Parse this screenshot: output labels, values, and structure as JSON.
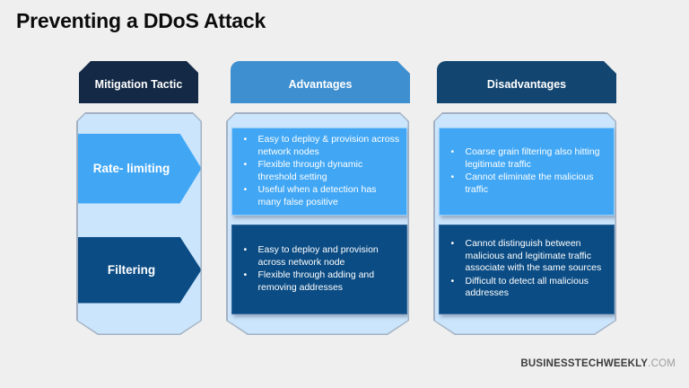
{
  "title": "Preventing a DDoS Attack",
  "columns": [
    {
      "header": "Mitigation Tactic"
    },
    {
      "header": "Advantages"
    },
    {
      "header": "Disadvantages"
    }
  ],
  "rows": [
    {
      "tactic": "Rate- limiting",
      "advantages": [
        "Easy to deploy & provision across network nodes",
        "Flexible through dynamic threshold setting",
        "Useful when a detection has many false positive"
      ],
      "disadvantages": [
        "Coarse grain filtering also hitting legitimate traffic",
        "Cannot eliminate the malicious traffic"
      ]
    },
    {
      "tactic": "Filtering",
      "advantages": [
        "Easy to deploy and provision across network node",
        "Flexible through adding and removing addresses"
      ],
      "disadvantages": [
        "Cannot distinguish between malicious and legitimate traffic associate with the same sources",
        "Difficult to detect all malicious addresses"
      ]
    }
  ],
  "footer": {
    "brand": "BUSINESSTECHWEEKLY",
    "suffix": ".COM"
  },
  "colors": {
    "background": "#efefef",
    "header_tactic": "#132945",
    "header_advantages": "#3e8fd0",
    "header_disadvantages": "#124570",
    "panel": "#cbe5fd",
    "row1_fill": "#41a7f5",
    "row2_fill": "#0b4c84",
    "text_on_fill": "#ffffff"
  }
}
